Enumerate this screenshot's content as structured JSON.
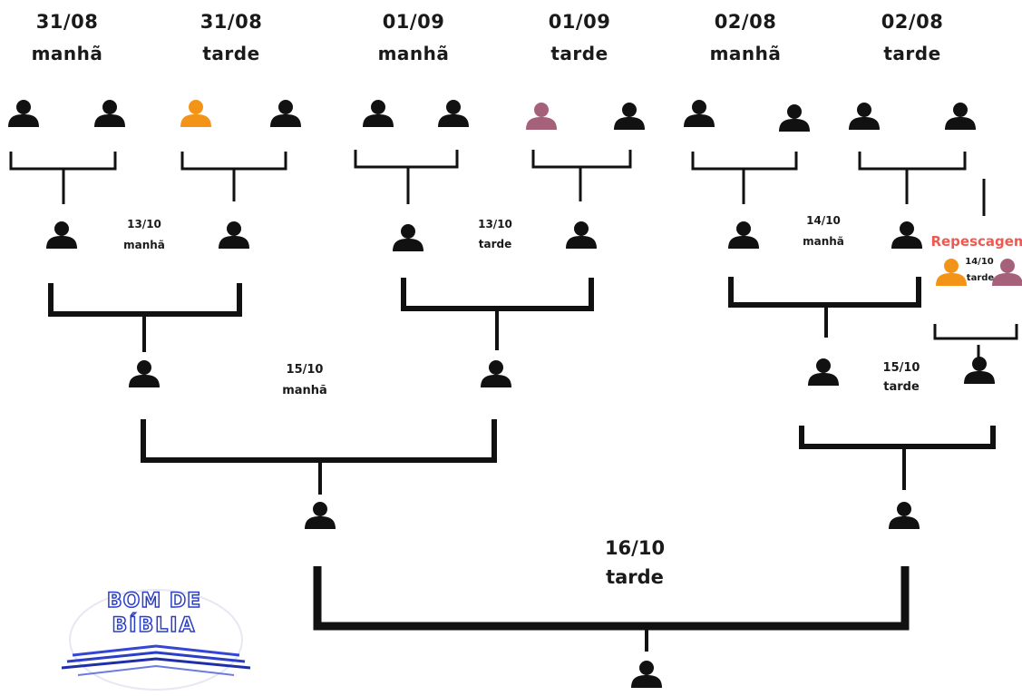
{
  "header": {
    "columns": [
      {
        "date": "31/08",
        "period": "manhã"
      },
      {
        "date": "31/08",
        "period": "tarde"
      },
      {
        "date": "01/09",
        "period": "manhã"
      },
      {
        "date": "01/09",
        "period": "tarde"
      },
      {
        "date": "02/08",
        "period": "manhã"
      },
      {
        "date": "02/08",
        "period": "tarde"
      }
    ]
  },
  "round2": {
    "a": {
      "date": "13/10",
      "period": "manhã"
    },
    "b": {
      "date": "13/10",
      "period": "tarde"
    },
    "c": {
      "date": "14/10",
      "period": "manhã"
    }
  },
  "repechage": {
    "title": "Repescagem",
    "date": "14/10",
    "period": "tarde"
  },
  "semis": {
    "a": {
      "date": "15/10",
      "period": "manhã"
    },
    "b": {
      "date": "15/10",
      "period": "tarde"
    }
  },
  "final": {
    "date": "16/10",
    "period": "tarde"
  },
  "logo": {
    "line1": "BOM DE",
    "line2": "BÍBLIA"
  },
  "colors": {
    "participant": "#111111",
    "orange_participant": "#f39419",
    "mauve_participant": "#a6617a",
    "repechage_title": "#ee5a52",
    "logo_blue": "#2a3ec8"
  }
}
